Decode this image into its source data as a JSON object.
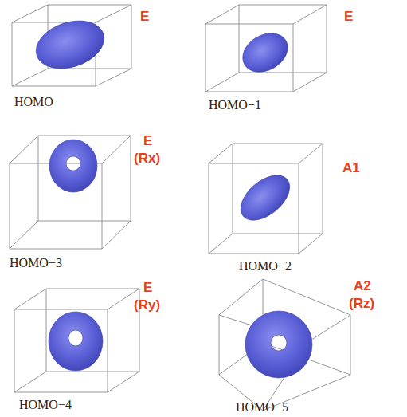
{
  "diagram": {
    "labels": [
      "E",
      "HOMO",
      "E",
      "HOMO−1",
      "E",
      "(Rx)",
      "HOMO−3",
      "A1",
      "HOMO−2",
      "E",
      "(Ry)",
      "HOMO−4",
      "A2",
      "(Rz)",
      "HOMO−5"
    ]
  }
}
